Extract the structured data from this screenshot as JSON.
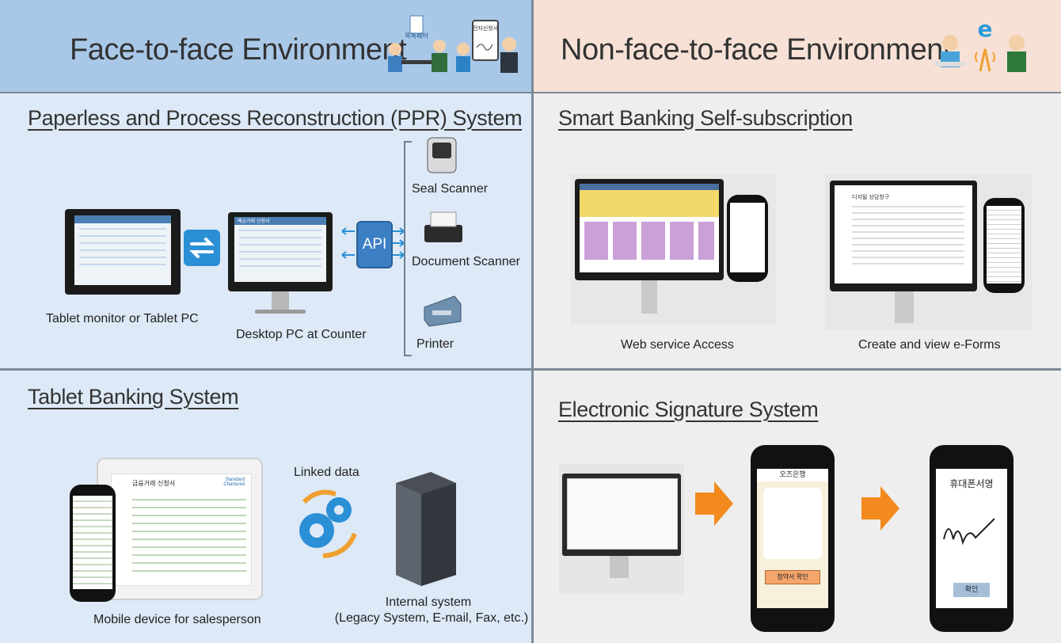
{
  "header": {
    "left_title": "Face-to-face Environment",
    "right_title": "Non-face-to-face Environment",
    "left_icon_sign_text": "똑똑페어",
    "left_icon_tablet_text": "전자신청서",
    "right_icon_letter": "e"
  },
  "ppr": {
    "title": "Paperless and Process Reconstruction (PPR) System",
    "tablet_caption": "Tablet monitor or Tablet PC",
    "desktop_caption": "Desktop PC at Counter",
    "api_label": "API",
    "devices": [
      {
        "label": "Seal Scanner",
        "icon": "seal-scanner-icon"
      },
      {
        "label": "Document Scanner",
        "icon": "document-scanner-icon"
      },
      {
        "label": "Printer",
        "icon": "printer-icon"
      }
    ],
    "screen_form_title": "예금거래 신청서"
  },
  "smart_banking": {
    "title": "Smart Banking Self-subscription",
    "web_caption": "Web service Access",
    "eform_caption": "Create and view e-Forms",
    "eform_heading": "디지털 상담창구"
  },
  "tablet_banking": {
    "title": "Tablet Banking System",
    "linked_label": "Linked data",
    "mobile_caption": "Mobile device for salesperson",
    "internal_caption_line1": "Internal system",
    "internal_caption_line2": "(Legacy System, E-mail, Fax, etc.)",
    "form_title": "금융거래 신청서",
    "brand_name": "Standard Chartered"
  },
  "esign": {
    "title": "Electronic Signature System",
    "phone1_header": "오즈은행",
    "phone1_button": "청약서 확인",
    "phone2_title": "휴대폰서명",
    "phone2_button": "확인"
  },
  "colors": {
    "header_left": "#a9c8e8",
    "header_right": "#f7e1d6",
    "panel_left": "#dde9f6",
    "panel_right": "#eeeeee",
    "accent_blue": "#2b8fd6",
    "accent_orange": "#f28a1e"
  }
}
